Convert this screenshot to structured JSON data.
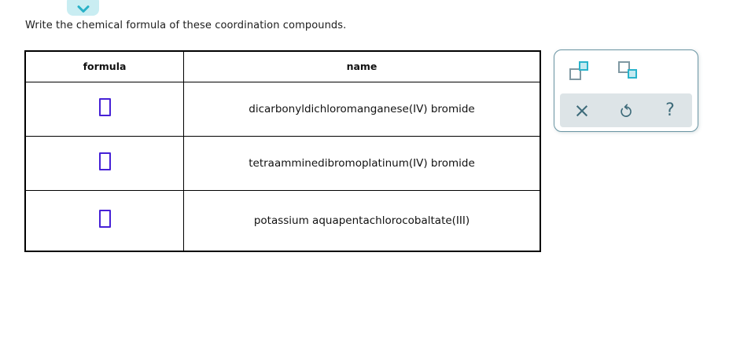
{
  "prompt": "Write the chemical formula of these coordination compounds.",
  "table": {
    "headers": {
      "formula": "formula",
      "name": "name"
    },
    "rows": [
      {
        "formula_value": "",
        "name": "dicarbonyldichloromanganese(IV) bromide"
      },
      {
        "formula_value": "",
        "name": "tetraamminedibromoplatinum(IV) bromide"
      },
      {
        "formula_value": "",
        "name": "potassium aquapentachlorocobaltate(III)"
      }
    ]
  },
  "palette": {
    "superscript_icon": "superscript-squares-icon",
    "subscript_icon": "subscript-squares-icon",
    "clear_glyph": "×",
    "undo_icon": "undo-arrow-icon",
    "help_glyph": "?"
  },
  "collapse_button": {
    "icon": "chevron-down-icon"
  },
  "colors": {
    "accent_teal": "#29b1c7",
    "chevron_button_bg": "#c9edf2",
    "answer_box_border": "#4621d6",
    "panel_border": "#6a95a3",
    "action_bar_bg": "#dde4e7",
    "icon_color": "#3e6b7a",
    "table_border": "#000000"
  }
}
